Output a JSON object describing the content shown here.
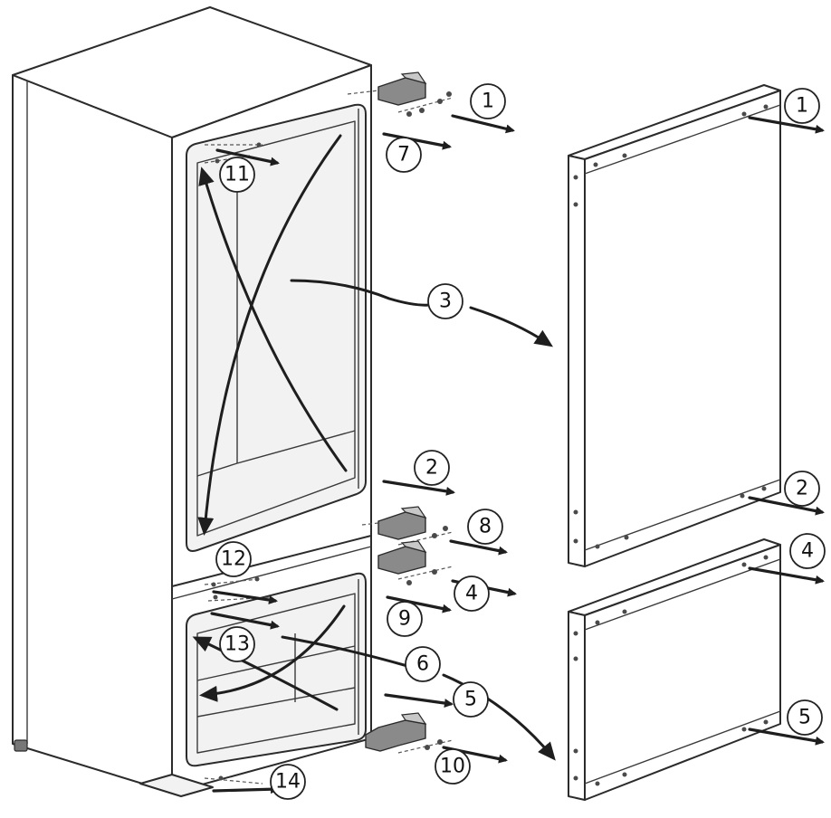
{
  "callouts": [
    {
      "id": "c1a",
      "label": "1"
    },
    {
      "id": "c7",
      "label": "7"
    },
    {
      "id": "c11",
      "label": "11"
    },
    {
      "id": "c3",
      "label": "3"
    },
    {
      "id": "c2a",
      "label": "2"
    },
    {
      "id": "c8",
      "label": "8"
    },
    {
      "id": "c12",
      "label": "12"
    },
    {
      "id": "c4a",
      "label": "4"
    },
    {
      "id": "c9",
      "label": "9"
    },
    {
      "id": "c13",
      "label": "13"
    },
    {
      "id": "c6",
      "label": "6"
    },
    {
      "id": "c5a",
      "label": "5"
    },
    {
      "id": "c10",
      "label": "10"
    },
    {
      "id": "c14",
      "label": "14"
    },
    {
      "id": "c1b",
      "label": "1"
    },
    {
      "id": "c2b",
      "label": "2"
    },
    {
      "id": "c4b",
      "label": "4"
    },
    {
      "id": "c5b",
      "label": "5"
    }
  ]
}
